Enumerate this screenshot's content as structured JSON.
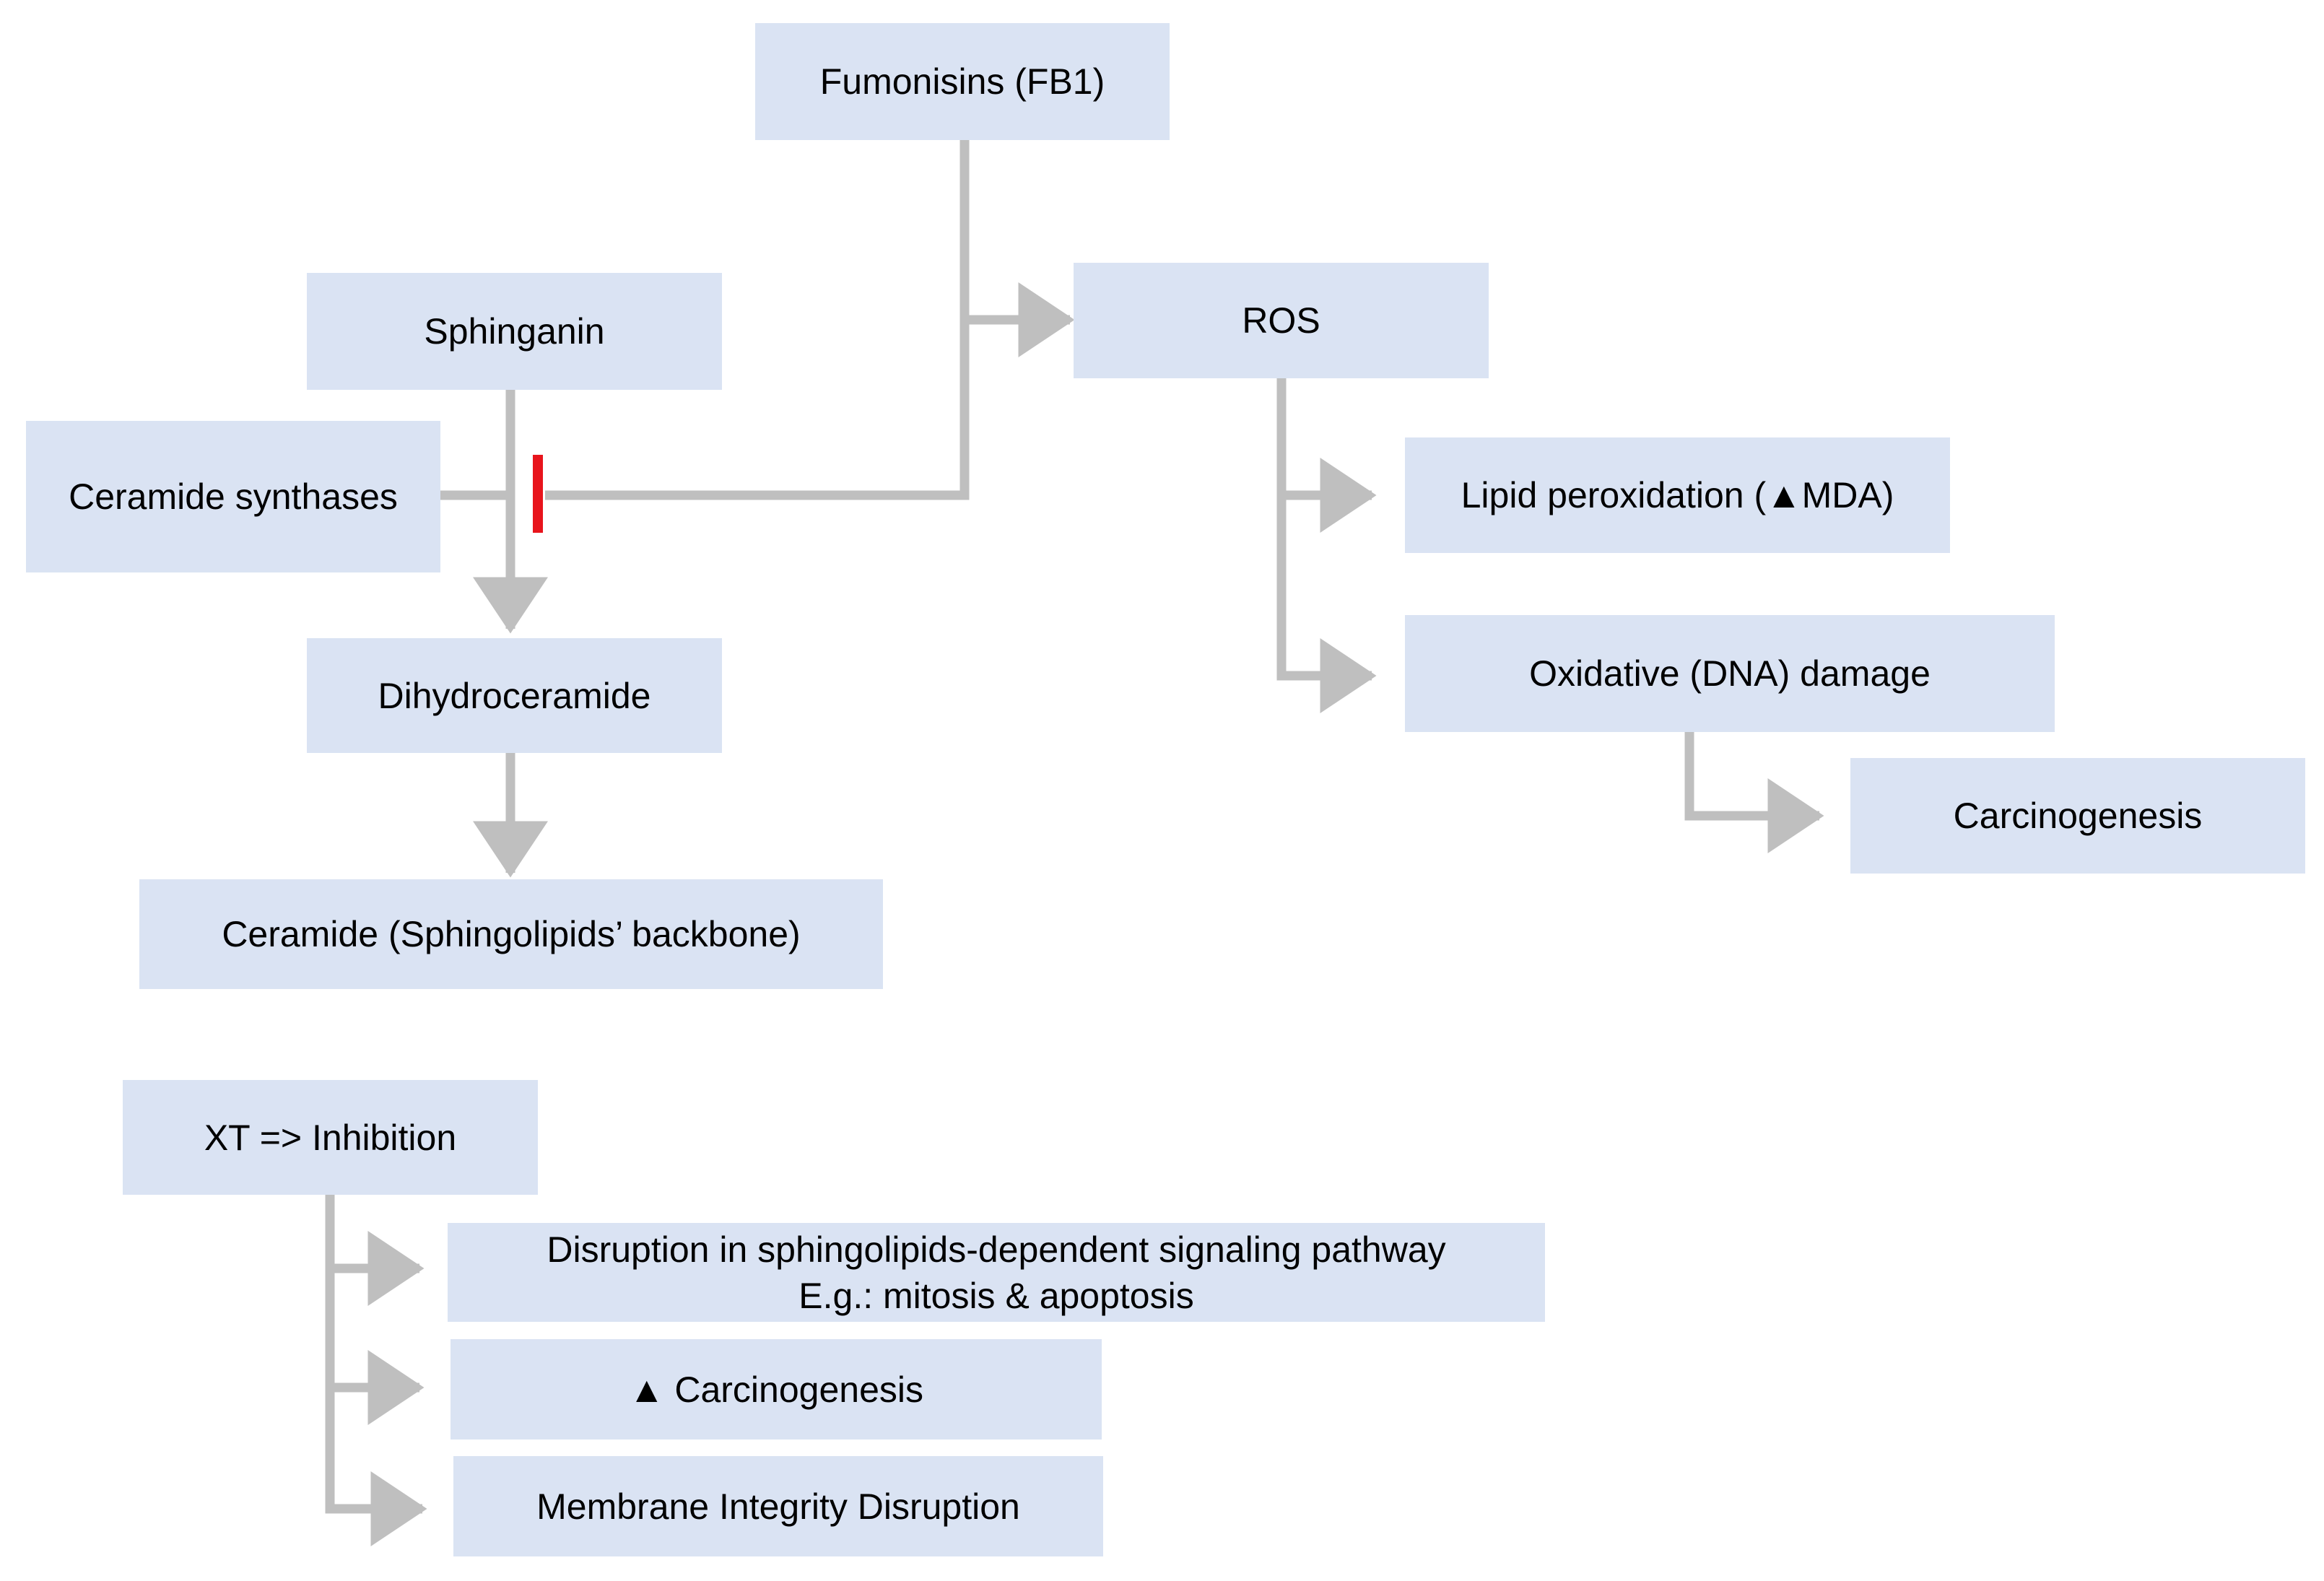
{
  "colors": {
    "box_fill": "#dae3f3",
    "connector": "#bfbfbf",
    "inhibition_mark": "#e8141c",
    "text": "#000000"
  },
  "nodes": {
    "fumonisins": "Fumonisins (FB1)",
    "ros": "ROS",
    "sphinganin": "Sphinganin",
    "ceramide_synthases": "Ceramide synthases",
    "dihydroceramide": "Dihydroceramide",
    "ceramide": "Ceramide (Sphingolipids’ backbone)",
    "lipid_peroxidation": "Lipid peroxidation (▲MDA)",
    "oxidative_damage": "Oxidative  (DNA) damage",
    "carcinogenesis_top": "Carcinogenesis",
    "xt_inhibition": "XT => Inhibition",
    "disruption_line1": "Disruption in sphingolipids-dependent signaling pathway",
    "disruption_line2": "E.g.: mitosis & apoptosis",
    "carcinogenesis_bottom": "▲ Carcinogenesis",
    "membrane": "Membrane Integrity Disruption"
  },
  "edges": [
    {
      "from": "fumonisins",
      "to": "ros",
      "type": "activation"
    },
    {
      "from": "fumonisins",
      "to": "ceramide_synthases",
      "type": "inhibition"
    },
    {
      "from": "sphinganin",
      "to": "dihydroceramide",
      "type": "activation",
      "via": "ceramide_synthases"
    },
    {
      "from": "dihydroceramide",
      "to": "ceramide",
      "type": "activation"
    },
    {
      "from": "ros",
      "to": "lipid_peroxidation",
      "type": "activation"
    },
    {
      "from": "ros",
      "to": "oxidative_damage",
      "type": "activation"
    },
    {
      "from": "oxidative_damage",
      "to": "carcinogenesis_top",
      "type": "activation"
    },
    {
      "from": "xt_inhibition",
      "to": "disruption",
      "type": "activation"
    },
    {
      "from": "xt_inhibition",
      "to": "carcinogenesis_bottom",
      "type": "activation"
    },
    {
      "from": "xt_inhibition",
      "to": "membrane",
      "type": "activation"
    }
  ]
}
